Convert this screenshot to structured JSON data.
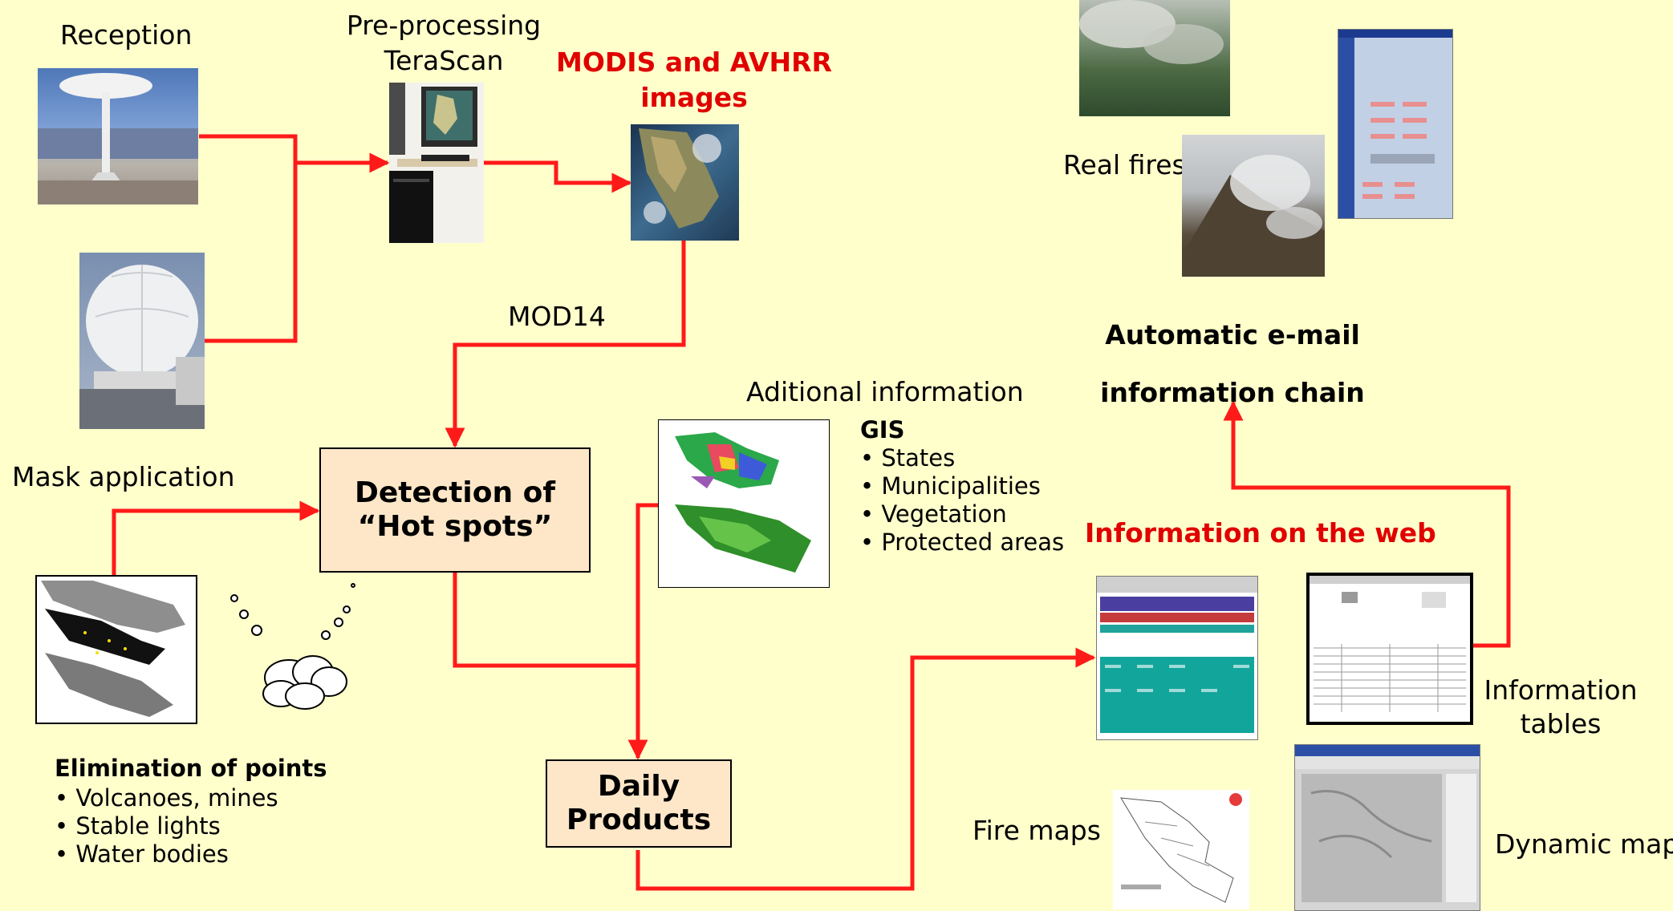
{
  "labels": {
    "reception": "Reception",
    "preprocessing_line1": "Pre-processing",
    "preprocessing_line2": "TeraScan",
    "modis_line1": "MODIS and AVHRR",
    "modis_line2": "images",
    "mod14": "MOD14",
    "mask_application": "Mask application",
    "additional_info": "Aditional information",
    "real_fires": "Real fires",
    "email_line1": "Automatic e-mail",
    "email_line2": "information chain",
    "web_info": "Information on the web",
    "info_tables_line1": "Information",
    "info_tables_line2": "tables",
    "fire_maps": "Fire maps",
    "dynamic_map": "Dynamic map"
  },
  "boxes": {
    "detection_line1": "Detection of",
    "detection_line2": "“Hot spots”",
    "daily_line1": "Daily",
    "daily_line2": "Products"
  },
  "gis": {
    "title": "GIS",
    "items": [
      "States",
      "Municipalities",
      "Vegetation",
      "Protected areas"
    ]
  },
  "elimination": {
    "title": "Elimination of points",
    "items": [
      "Volcanoes, mines",
      "Stable lights",
      "Water bodies"
    ]
  },
  "colors": {
    "arrow": "#ff1a1a",
    "background": "#ffffcc",
    "box_fill": "#fde7c8",
    "highlight_text": "#e00000"
  }
}
